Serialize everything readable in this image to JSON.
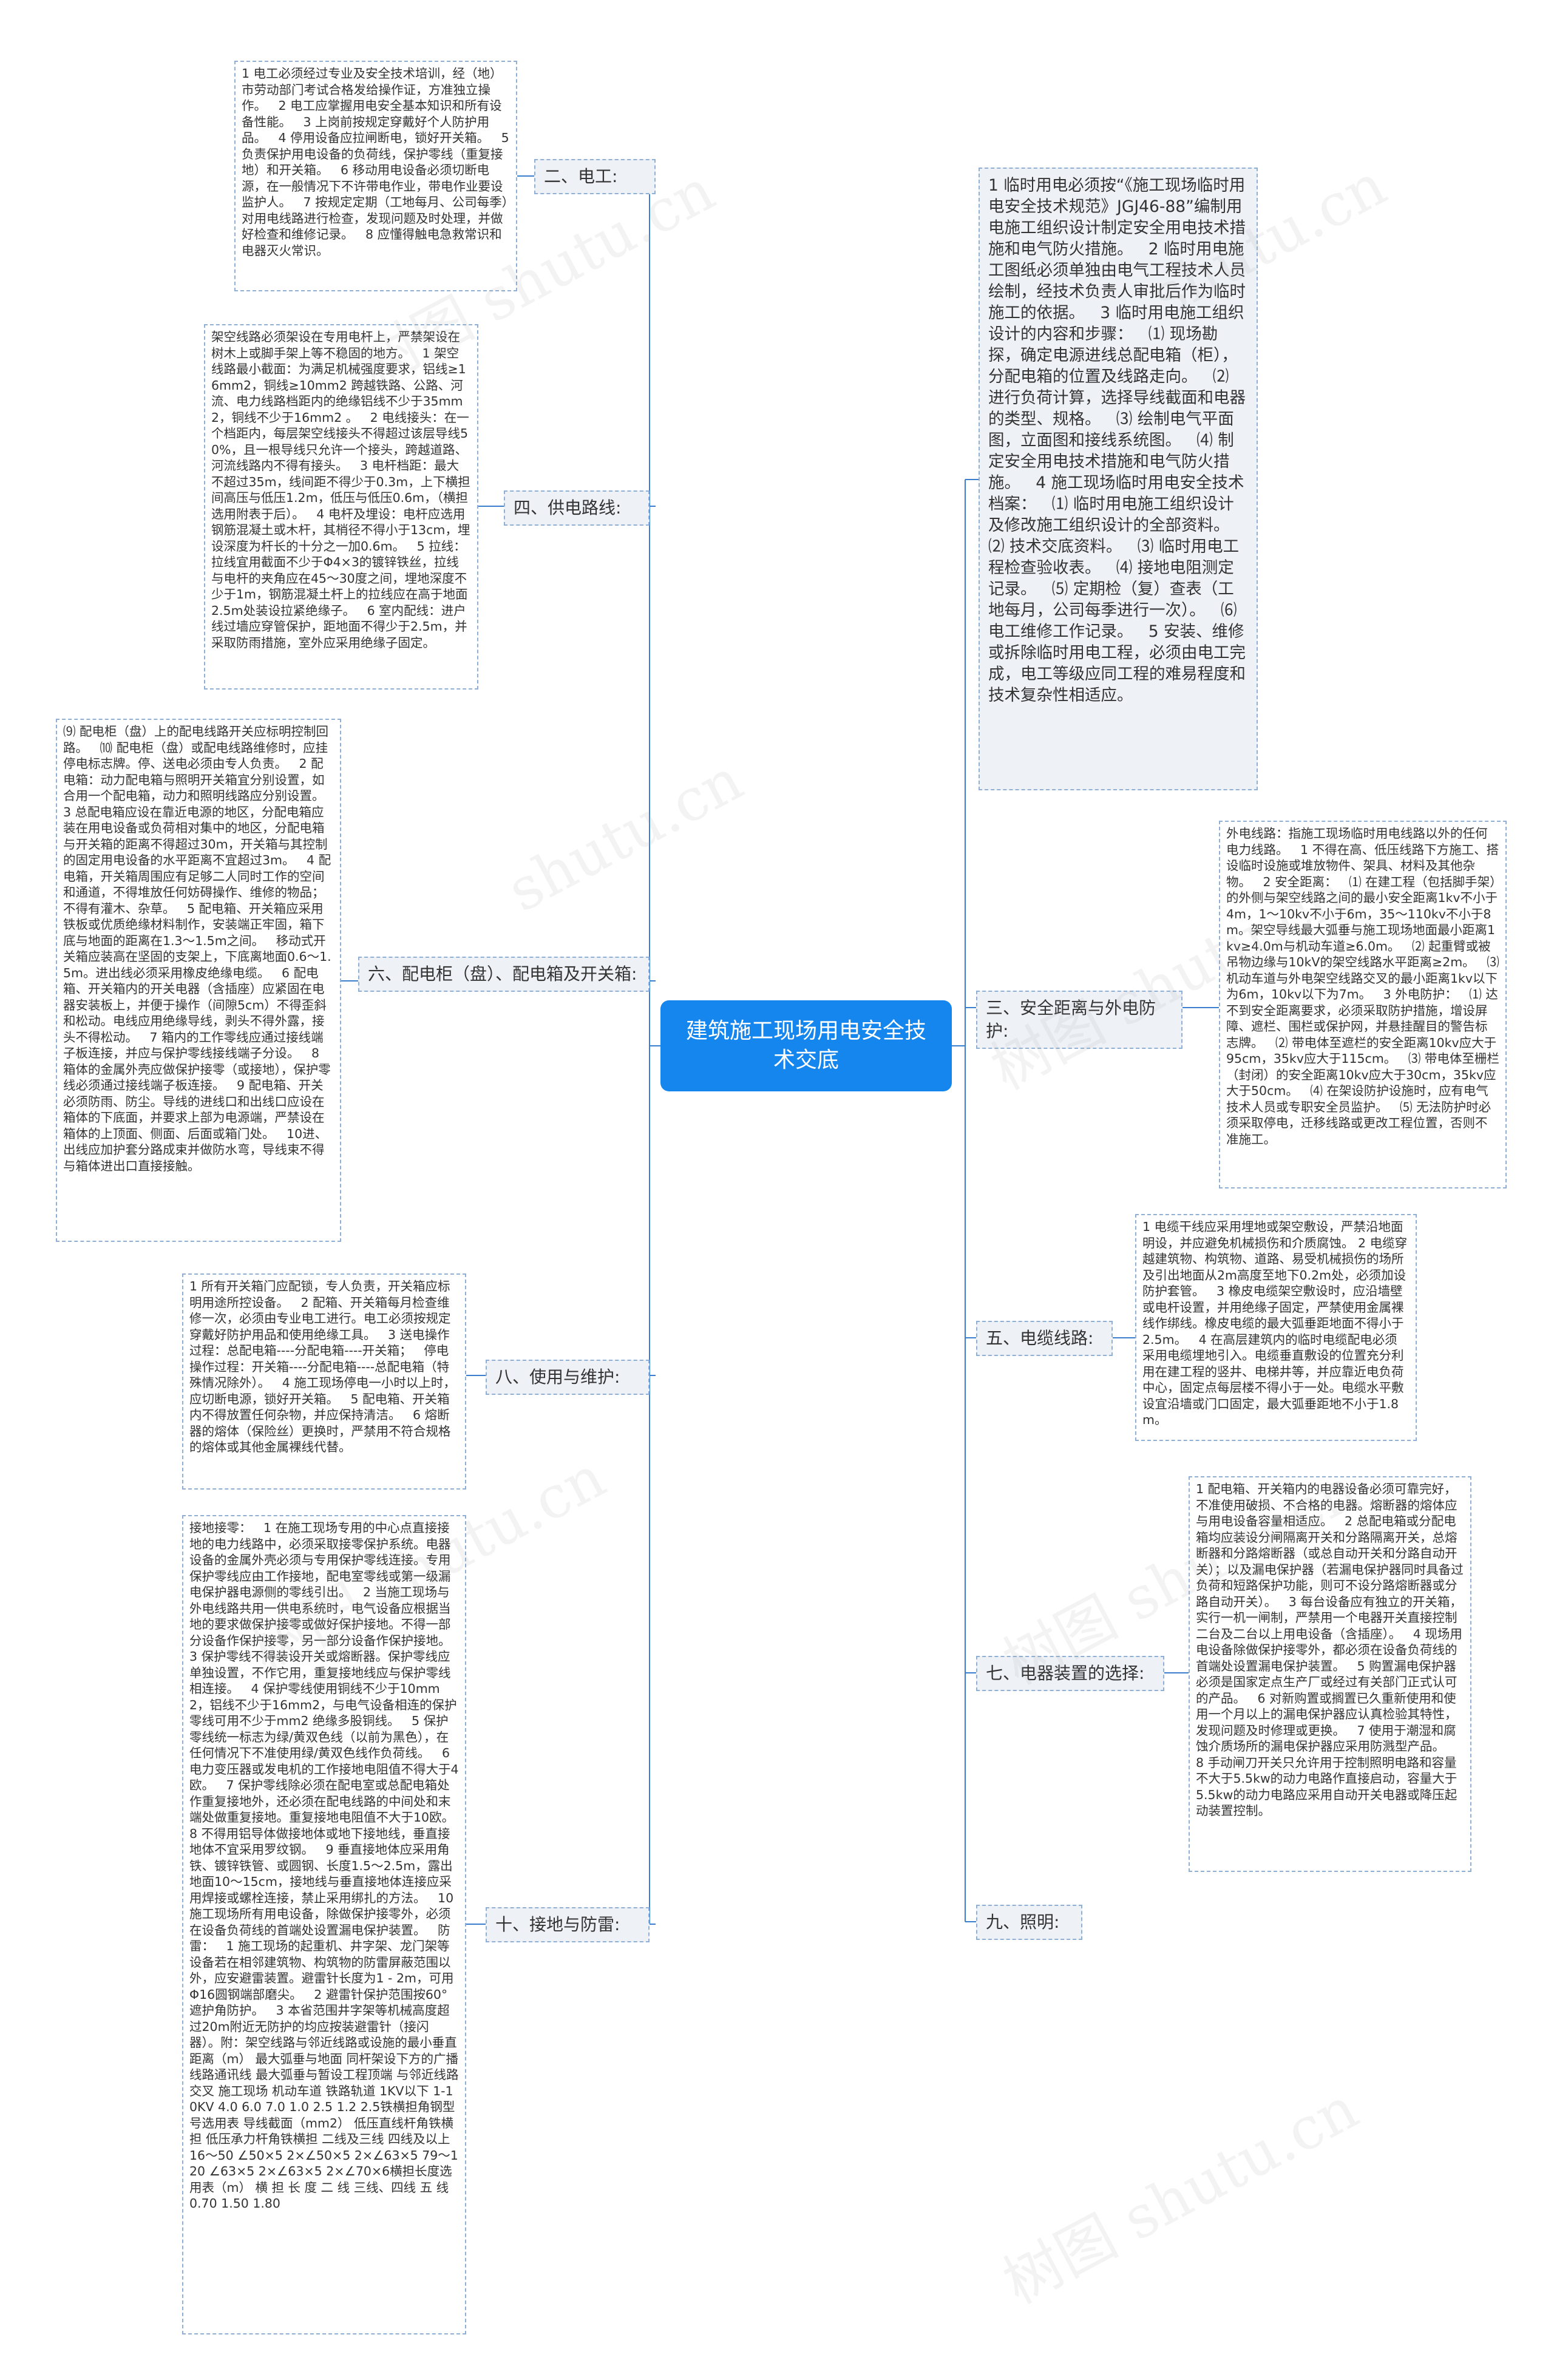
{
  "central": "建筑施工现场用电安全技术交底",
  "branches": {
    "b1": {
      "label": "二、电工:",
      "text": "1 电工必须经过专业及安全技术培训，经（地）市劳动部门考试合格发给操作证，方准独立操作。   2 电工应掌握用电安全基本知识和所有设备性能。   3 上岗前按规定穿戴好个人防护用品。   4 停用设备应拉闸断电，锁好开关箱。   5 负责保护用电设备的负荷线，保护零线（重复接地）和开关箱。   6 移动用电设备必须切断电源，在一般情况下不许带电作业，带电作业要设监护人。   7 按规定定期（工地每月、公司每季）对用电线路进行检查，发现问题及时处理，并做好检查和维修记录。   8 应懂得触电急救常识和电器灭火常识。"
    },
    "b2": {
      "label": "四、供电路线:",
      "text": "架空线路必须架设在专用电杆上，严禁架设在树木上或脚手架上等不稳固的地方。   1 架空线路最小截面：为满足机械强度要求，铝线≥16mm2，铜线≥10mm2 跨越铁路、公路、河流、电力线路档距内的绝缘铝线不少于35mm2，铜线不少于16mm2 。   2 电线接头：在一个档距内，每层架空线接头不得超过该层导线50%，且一根导线只允许一个接头，跨越道路、河流线路内不得有接头。   3 电杆档距：最大不超过35m，线间距不得少于0.3m，上下横担间高压与低压1.2m，低压与低压0.6m，（横担选用附表于后）。   4 电杆及埋设：电杆应选用钢筋混凝土或木杆，其梢径不得小于13cm，埋设深度为杆长的十分之一加0.6m。   5 拉线：拉线宜用截面不少于Φ4×3的镀锌铁丝，拉线与电杆的夹角应在45～30度之间，埋地深度不少于1m，钢筋混凝土杆上的拉线应在高于地面2.5m处装设拉紧绝缘子。   6 室内配线：进户线过墙应穿管保护，距地面不得少于2.5m，并采取防雨措施，室外应采用绝缘子固定。"
    },
    "b3": {
      "label": "六、配电柜（盘）、配电箱及开关箱:",
      "text": "⑼ 配电柜（盘）上的配电线路开关应标明控制回路。   ⑽ 配电柜（盘）或配电线路维修时，应挂停电标志牌。停、送电必须由专人负责。   2 配电箱：动力配电箱与照明开关箱宜分别设置，如合用一个配电箱，动力和照明线路应分别设置。   3 总配电箱应设在靠近电源的地区，分配电箱应装在用电设备或负荷相对集中的地区，分配电箱与开关箱的距离不得超过30m，开关箱与其控制的固定用电设备的水平距离不宜超过3m。   4 配电箱，开关箱周围应有足够二人同时工作的空间和通道，不得堆放任何妨碍操作、维修的物品；不得有灌木、杂草。   5 配电箱、开关箱应采用铁板或优质绝缘材料制作，安装端正牢固，箱下底与地面的距离在1.3～1.5m之间。   移动式开关箱应装高在坚固的支架上，下底离地面0.6～1.5m。进出线必须采用橡皮绝缘电缆。   6 配电箱、开关箱内的开关电器（含插座）应紧固在电器安装板上，并便于操作（间隙5cm）不得歪斜和松动。电线应用绝缘导线，剥头不得外露，接头不得松动。   7 箱内的工作零线应通过接线端子板连接，并应与保护零线接线端子分设。   8 箱体的金属外壳应做保护接零（或接地），保护零线必须通过接线端子板连接。   9 配电箱、开关必须防雨、防尘。导线的进线口和出线口应设在箱体的下底面，并要求上部为电源端，严禁设在箱体的上顶面、侧面、后面或箱门处。   10进、出线应加护套分路成束并做防水弯，导线束不得与箱体进出口直接接触。"
    },
    "b4": {
      "label": "八、使用与维护:",
      "text": "1 所有开关箱门应配锁，专人负责，开关箱应标明用途所控设备。   2 配箱、开关箱每月检查维修一次，必须由专业电工进行。电工必须按规定穿戴好防护用品和使用绝缘工具。   3 送电操作过程：总配电箱----分配电箱----开关箱；   停电操作过程：开关箱----分配电箱----总配电箱（特殊情况除外）。   4 施工现场停电一小时以上时，应切断电源，锁好开关箱。   5 配电箱、开关箱内不得放置任何杂物，并应保持清洁。   6 熔断器的熔体（保险丝）更换时，严禁用不符合规格的熔体或其他金属裸线代替。"
    },
    "b5": {
      "label": "十、接地与防雷:",
      "text": "接地接零：   1 在施工现场专用的中心点直接接地的电力线路中，必须采取接零保护系统。电器设备的金属外壳必须与专用保护零线连接。专用保护零线应由工作接地，配电室零线或第一级漏电保护器电源侧的零线引出。   2 当施工现场与外电线路共用一供电系统时，电气设备应根据当地的要求做保护接零或做好保护接地。不得一部分设备作保护接零，另一部分设备作保护接地。   3 保护零线不得装设开关或熔断器。保护零线应单独设置，不作它用，重复接地线应与保护零线相连接。   4 保护零线使用铜线不少于10mm2，铝线不少于16mm2，与电气设备相连的保护零线可用不少于mm2 绝缘多股铜线。   5 保护零线统一标志为绿/黄双色线（以前为黑色），在任何情况下不准使用绿/黄双色线作负荷线。   6 电力变压器或发电机的工作接地电阻值不得大于4欧。   7 保护零线除必须在配电室或总配电箱处作重复接地外，还必须在配电线路的中间处和末端处做重复接地。重复接地电阻值不大于10欧。   8 不得用铝导体做接地体或地下接地线，垂直接地体不宜采用罗纹钢。   9 垂直接地体应采用角铁、镀锌铁管、或圆钢、长度1.5～2.5m，露出地面10～15cm，接地线与垂直接地体连接应采用焊接或螺栓连接，禁止采用绑扎的方法。   10 施工现场所有用电设备，除做保护接零外，必须在设备负荷线的首端处设置漏电保护装置。   防 雷：   1 施工现场的起重机、井字架、龙门架等设备若在相邻建筑物、构筑物的防雷屏蔽范围以外，应安避雷装置。避雷针长度为1 - 2m，可用Φ16圆钢端部磨尖。   2 避雷针保护范围按60°遮护角防护。   3 本省范围井字架等机械高度超过20m附近无防护的均应按装避雷针（接闪器）。附：架空线路与邻近线路或设施的最小垂直距离（m） 最大弧垂与地面 同杆架设下方的广播线路通讯线 最大弧垂与暂设工程顶端 与邻近线路交叉 施工现场 机动车道 铁路轨道 1KV以下 1-10KV 4.0 6.0 7.0 1.0 2.5 1.2 2.5铁横担角钢型号选用表 导线截面（mm2） 低压直线杆角铁横担 低压承力杆角铁横担 二线及三线 四线及以上 16～50 ∠50×5 2×∠50×5 2×∠63×5 79～120 ∠63×5 2×∠63×5 2×∠70×6横担长度选用表（m） 横 担 长 度 二 线 三线、四线 五 线 0.70 1.50 1.80"
    },
    "b6": {
      "label": "三、安全距离与外电防护:",
      "text": "外电线路：指施工现场临时用电线路以外的任何电力线路。   1 不得在高、低压线路下方施工、搭设临时设施或堆放物件、架具、材料及其他杂物。   2 安全距离：   ⑴ 在建工程（包括脚手架）的外侧与架空线路之间的最小安全距离1kv不小于4m，1～10kv不小于6m，35～110kv不小于8m。架空导线最大弧垂与施工现场地面最小距离1kv≥4.0m与机动车道≥6.0m。   ⑵ 起重臂或被吊物边缘与10kV的架空线路水平距离≥2m。   ⑶ 机动车道与外电架空线路交叉的最小距离1kv以下为6m，10kv以下为7m。   3 外电防护：   ⑴ 达不到安全距离要求，必须采取防护措施，增设屏障、遮栏、围栏或保护网，并悬挂醒目的警告标志牌。   ⑵ 带电体至遮栏的安全距离10kv应大于95cm，35kv应大于115cm。   ⑶ 带电体至栅栏（封闭）的安全距离10kv应大于30cm，35kv应大于50cm。   ⑷ 在架设防护设施时，应有电气技术人员或专职安全员监护。   ⑸ 无法防护时必须采取停电，迁移线路或更改工程位置，否则不准施工。"
    },
    "b7": {
      "label": "五、电缆线路:",
      "text": "1 电缆干线应采用埋地或架空敷设，严禁沿地面明设，并应避免机械损伤和介质腐蚀。 2 电缆穿越建筑物、构筑物、道路、易受机械损伤的场所及引出地面从2m高度至地下0.2m处，必须加设防护套管。   3 橡皮电缆架空敷设时，应沿墙壁或电杆设置，并用绝缘子固定，严禁使用金属裸线作绑线。橡皮电缆的最大弧垂距地面不得小于2.5m。   4 在高层建筑内的临时电缆配电必须采用电缆埋地引入。电缆垂直敷设的位置充分利用在建工程的竖井、电梯井等，并应靠近电负荷中心，固定点每层楼不得小于一处。电缆水平敷设宜沿墙或门口固定，最大弧垂距地不小于1.8m。"
    },
    "b8": {
      "label": "七、电器装置的选择:",
      "text": "1 配电箱、开关箱内的电器设备必须可靠完好，不准使用破损、不合格的电器。熔断器的熔体应与用电设备容量相适应。   2 总配电箱或分配电箱均应装设分闸隔离开关和分路隔离开关，总熔断器和分路熔断器（或总自动开关和分路自动开关）；以及漏电保护器（若漏电保护器同时具备过负荷和短路保护功能，则可不设分路熔断器或分路自动开关）。   3 每台设备应有独立的开关箱，实行一机一闸制，严禁用一个电器开关直接控制二台及二台以上用电设备（含插座）。   4 现场用电设备除做保护接零外，都必须在设备负荷线的首端处设置漏电保护装置。   5 购置漏电保护器必须是国家定点生产厂或经过有关部门正式认可的产品。   6 对新购置或搁置已久重新使用和使用一个月以上的漏电保护器应认真检验其特性，发现问题及时修理或更换。   7 使用于潮湿和腐蚀介质场所的漏电保护器应采用防溅型产品。   8 手动闸刀开关只允许用于控制照明电路和容量不大于5.5kw的动力电路作直接启动，容量大于5.5kw的动力电路应采用自动开关电器或降压起动装置控制。"
    },
    "b9": {
      "label": "九、照明:",
      "text": ""
    },
    "b10": {
      "label": "",
      "text": "1 临时用电必须按“《施工现场临时用电安全技术规范》JGJ46-88”编制用电施工组织设计制定安全用电技术措施和电气防火措施。   2 临时用电施工图纸必须单独由电气工程技术人员绘制，经技术负责人审批后作为临时施工的依据。   3 临时用电施工组织设计的内容和步骤：   ⑴ 现场勘探，确定电源进线总配电箱（柜），分配电箱的位置及线路走向。   ⑵ 进行负荷计算，选择导线截面和电器的类型、规格。   ⑶ 绘制电气平面图，立面图和接线系统图。   ⑷ 制定安全用电技术措施和电气防火措施。   4 施工现场临时用电安全技术档案：   ⑴ 临时用电施工组织设计及修改施工组织设计的全部资料。   ⑵ 技术交底资料。   ⑶ 临时用电工程检查验收表。   ⑷ 接地电阻测定记录。   ⑸ 定期检（复）查表（工地每月，公司每季进行一次）。   ⑹ 电工维修工作记录。   5 安装、维修或拆除临时用电工程，必须由电工完成，电工等级应同工程的难易程度和技术复杂性相适应。"
    }
  },
  "watermarks": [
    "树图 shutu.cn",
    "shutu.cn",
    "树图 shutu.cn",
    "shutu.cn",
    "树图 shutu.cn",
    "树图 shutu.cn",
    "树图 shutu.cn"
  ],
  "colors": {
    "central_bg": "#1586ee",
    "central_text": "#ffffff",
    "connector": "#3a7fcf",
    "leaf_border": "#8fb0d4",
    "branch_bg": "#eef2f7"
  }
}
